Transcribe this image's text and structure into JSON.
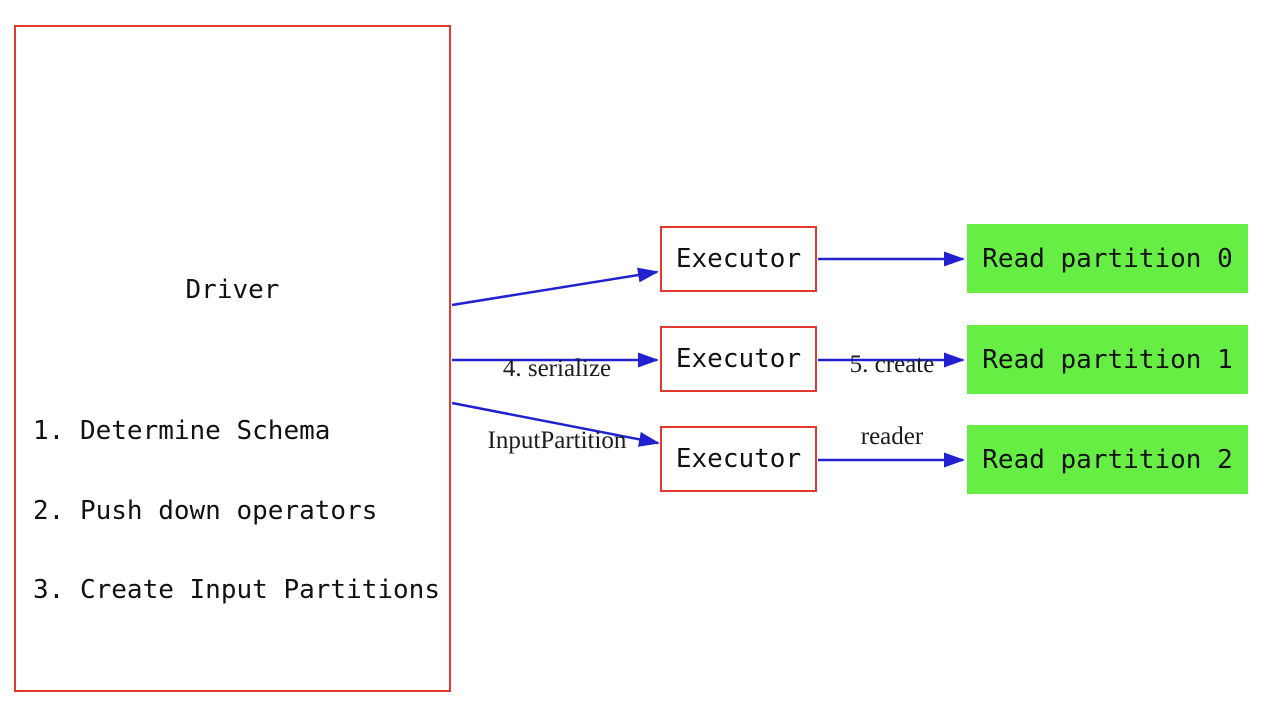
{
  "driver": {
    "title": "Driver",
    "steps": [
      "1. Determine Schema",
      "2. Push down operators",
      "3. Create Input Partitions"
    ]
  },
  "executors": [
    "Executor",
    "Executor",
    "Executor"
  ],
  "partitions": [
    "Read partition 0",
    "Read partition 1",
    "Read partition 2"
  ],
  "edge_labels": {
    "serialize_line1": "4. serialize",
    "serialize_line2": "InputPartition",
    "create_reader_line1": "5. create",
    "create_reader_line2": "reader"
  },
  "colors": {
    "red": "#e0392f",
    "blue": "#2121cf",
    "green": "#67ee45"
  }
}
